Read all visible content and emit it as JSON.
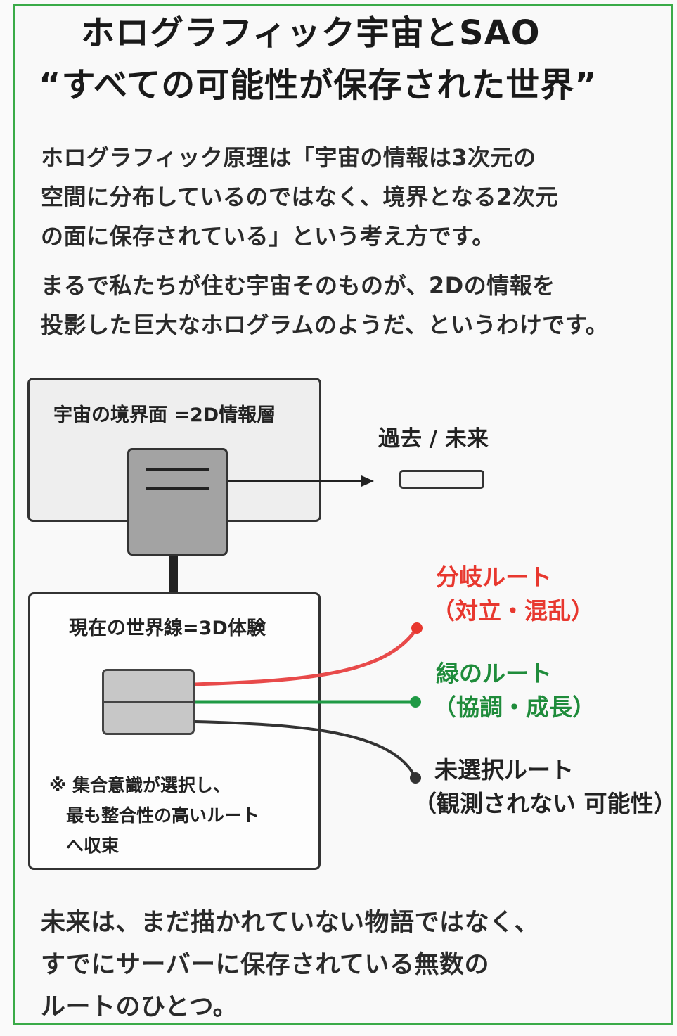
{
  "title": {
    "line1": "ホログラフィック宇宙とSAO",
    "line2": "“すべての可能性が保存された世界”"
  },
  "intro": {
    "para1": [
      "ホログラフィック原理は「宇宙の情報は3次元の",
      "空間に分布しているのではなく、境界となる2次元",
      "の面に保存されている」という考え方です。"
    ],
    "para2": [
      "まるで私たちが住む宇宙そのものが、2Dの情報を",
      "投影した巨大なホログラムのようだ、というわけです。"
    ]
  },
  "diagram": {
    "boundary_label": "宇宙の境界面 =2D情報層",
    "present_label": "現在の世界線=3D体験",
    "past_future_label": "過去 / 未来",
    "routes": {
      "red": {
        "title": "分岐ルート",
        "sub": "（対立・混乱）",
        "color": "#e8382f"
      },
      "green": {
        "title": "緑のルート",
        "sub": "（協調・成長）",
        "color": "#1f8c3b"
      },
      "black": {
        "title": "未選択ルート",
        "sub": "（観測されない 可能性）",
        "color": "#222222"
      }
    },
    "note": [
      "※ 集合意識が選択し、",
      "最も整合性の高いルート",
      "へ収束"
    ]
  },
  "conclusion": [
    "未来は、まだ描かれていない物語ではなく、",
    "すでにサーバーに保存されている無数の",
    "ルートのひとつ。"
  ]
}
